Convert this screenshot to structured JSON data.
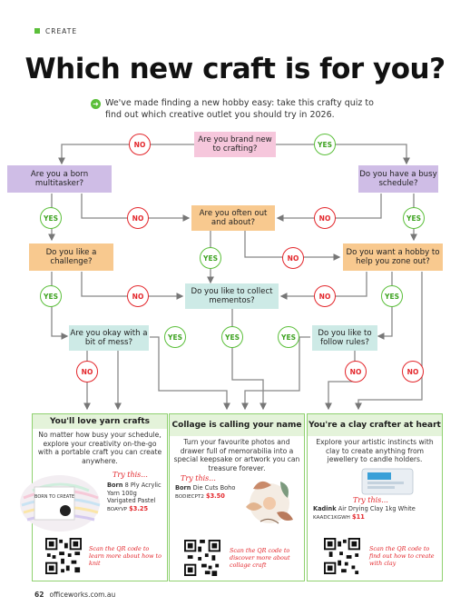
{
  "section_label": "CREATE",
  "title": "Which new craft is for you?",
  "intro": "We've made finding a new hobby easy: take this crafty quiz to find out which creative outlet you should try in 2026.",
  "flow": {
    "q_brand_new": "Are you brand new to crafting?",
    "q_multitasker": "Are you a born multitasker?",
    "q_busy": "Do you have a busy schedule?",
    "q_out_about": "Are you often out and about?",
    "q_challenge": "Do you like a challenge?",
    "q_zone_out": "Do you want a hobby to help you zone out?",
    "q_mementos": "Do you like to collect mementos?",
    "q_mess": "Are you okay with a bit of mess?",
    "q_rules": "Do you like to follow rules?",
    "yes": "YES",
    "no": "NO"
  },
  "cards": [
    {
      "heading": "You'll love yarn crafts",
      "body": "No matter how busy your schedule, explore your creativity on-the-go with a portable craft you can create anywhere.",
      "try": "Try this...",
      "brand": "Born",
      "product": "8 Ply Acrylic Yarn 100g Varigated Pastel",
      "sku": "BOAYVP",
      "price": "$3.25",
      "label_text": "BORN TO CREATE",
      "scan": "Scan the QR code to learn more about how to knit"
    },
    {
      "heading": "Collage is calling your name",
      "body": "Turn your favourite photos and drawer full of memorabilia into a special keepsake or artwork you can treasure forever.",
      "try": "Try this...",
      "brand": "Born",
      "product": "Die Cuts Boho",
      "sku": "BODIECPT2",
      "price": "$3.50",
      "scan": "Scan the QR code to discover more about collage craft"
    },
    {
      "heading": "You're a clay crafter at heart",
      "body": "Explore your artistic instincts with clay to create anything from jewellery to candle holders.",
      "try": "Try this...",
      "brand": "Kadink",
      "product": "Air Drying Clay 1kg White",
      "sku": "KAADC1KGWH",
      "price": "$11",
      "scan": "Scan the QR code to find out how to create with clay"
    }
  ],
  "footer": {
    "page": "62",
    "site": "officeworks.com.au"
  },
  "colors": {
    "green": "#5bbf3a",
    "red": "#e3262b",
    "pink": "#f6c7dc",
    "purple": "#cfbde6",
    "orange": "#f8c98f",
    "teal": "#cdeae6"
  }
}
